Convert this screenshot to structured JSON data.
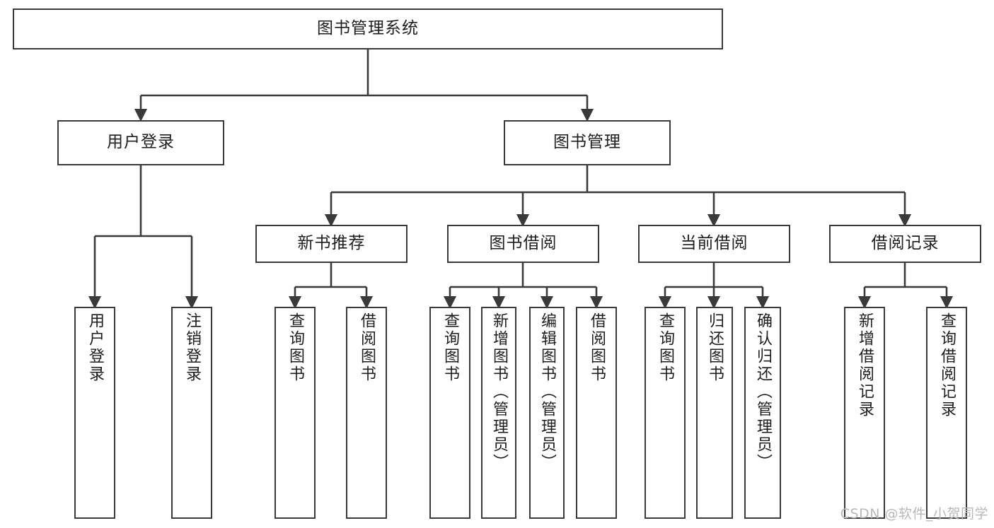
{
  "diagram": {
    "type": "hierarchy-tree",
    "title": "图书管理系统",
    "watermark": "CSDN @软件_小贺同学",
    "colors": {
      "background": "#ffffff",
      "node_border": "#3a3a3a",
      "node_fill": "#ffffff",
      "text": "#1d1d1d",
      "edge": "#3a3a3a",
      "watermark": "#b8b8b8"
    },
    "nodes": {
      "root": {
        "label": "图书管理系统"
      },
      "level2": [
        {
          "label": "用户登录"
        },
        {
          "label": "图书管理"
        }
      ],
      "level3": [
        {
          "label": "新书推荐"
        },
        {
          "label": "图书借阅"
        },
        {
          "label": "当前借阅"
        },
        {
          "label": "借阅记录"
        }
      ],
      "leaves": {
        "user_login": [
          {
            "label": "用户登录"
          },
          {
            "label": "注销登录"
          }
        ],
        "new_book_recommend": [
          {
            "label": "查询图书"
          },
          {
            "label": "借阅图书"
          }
        ],
        "book_borrow": [
          {
            "label": "查询图书"
          },
          {
            "label": "新增图书（管理员）"
          },
          {
            "label": "编辑图书（管理员）"
          },
          {
            "label": "借阅图书"
          }
        ],
        "current_borrow": [
          {
            "label": "查询图书"
          },
          {
            "label": "归还图书"
          },
          {
            "label": "确认归还（管理员）"
          }
        ],
        "borrow_record": [
          {
            "label": "新增借阅记录"
          },
          {
            "label": "查询借阅记录"
          }
        ]
      }
    }
  }
}
